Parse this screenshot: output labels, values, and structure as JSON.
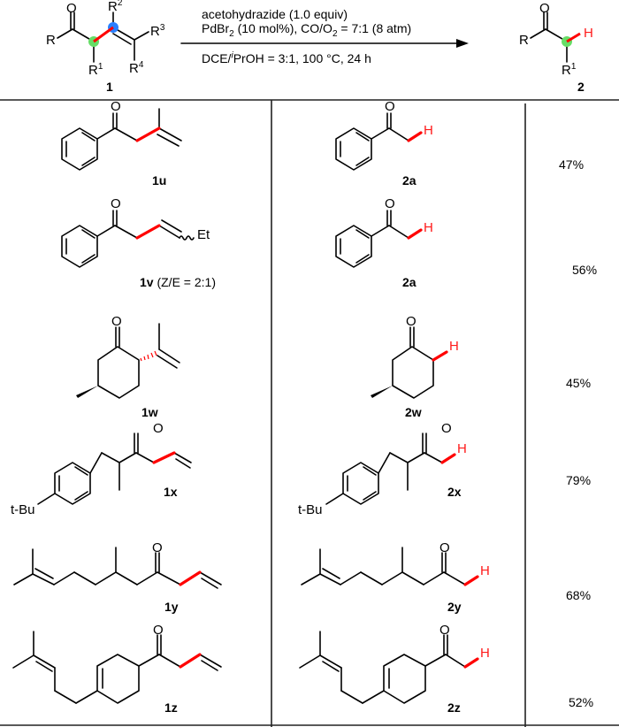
{
  "scheme": {
    "reactant_label": "1",
    "product_label": "2",
    "reactant_atoms": {
      "O": "O",
      "R": "R",
      "R1": "R",
      "R1_sup": "1",
      "R2": "R",
      "R2_sup": "2",
      "R3": "R",
      "R3_sup": "3",
      "R4": "R",
      "R4_sup": "4"
    },
    "product_atoms": {
      "O": "O",
      "R": "R",
      "H": "H",
      "R1": "R",
      "R1_sup": "1"
    },
    "conditions": {
      "line1": "acetohydrazide (1.0 equiv)",
      "line2_a": "PdBr",
      "line2_sub1": "2",
      "line2_b": " (10 mol%), CO/O",
      "line2_sub2": "2",
      "line2_c": " = 7:1 (8 atm)",
      "line3_a": "DCE/",
      "line3_sup": "i",
      "line3_b": "PrOH = 3:1, 100 °C, 24 h"
    },
    "highlight_colors": {
      "bond": "#ff0000",
      "alpha_carbon": "#55dd55",
      "beta_carbon": "#2a7fff"
    }
  },
  "table": {
    "rows": [
      {
        "substrate": "1u",
        "substrate_note": "",
        "product": "2a",
        "yield": "47%"
      },
      {
        "substrate": "1v",
        "substrate_note": " (Z/E = 2:1)",
        "product": "2a",
        "yield": "56%"
      },
      {
        "substrate": "1w",
        "substrate_note": "",
        "product": "2w",
        "yield": "45%"
      },
      {
        "substrate": "1x",
        "substrate_note": "",
        "product": "2x",
        "yield": "79%"
      },
      {
        "substrate": "1y",
        "substrate_note": "",
        "product": "2y",
        "yield": "68%"
      },
      {
        "substrate": "1z",
        "substrate_note": "",
        "product": "2z",
        "yield": "52%"
      }
    ],
    "atoms": {
      "O": "O",
      "H": "H",
      "Et": "Et",
      "tBu": "t-Bu"
    }
  }
}
